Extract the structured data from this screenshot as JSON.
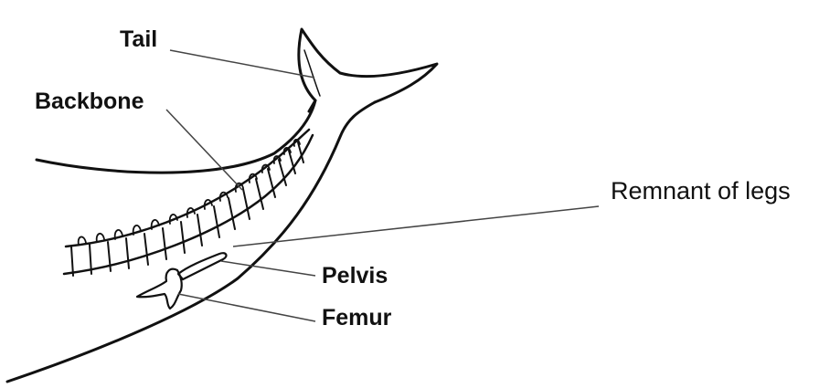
{
  "labels": {
    "tail": "Tail",
    "backbone": "Backbone",
    "remnant": "Remnant of legs",
    "pelvis": "Pelvis",
    "femur": "Femur"
  },
  "colors": {
    "ink": "#111111",
    "leader": "#444444",
    "background": "#ffffff"
  }
}
